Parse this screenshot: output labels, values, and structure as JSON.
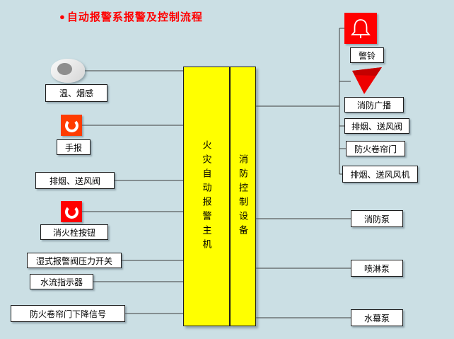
{
  "title": {
    "bullet": "●",
    "text": "自动报警系报警及控制流程"
  },
  "colors": {
    "background": "#cbdfe4",
    "panel_yellow": "#ffff00",
    "alert_red": "#ff0000",
    "manual_orange": "#ff3c00",
    "title_red": "#ff0000"
  },
  "center": {
    "alarm_host": "火灾自动报警主机",
    "control_equipment": "消防控制设备"
  },
  "inputs": {
    "smoke_heat": "温、烟感",
    "manual_call": "手报",
    "exhaust_valve": "排烟、送风阀",
    "hydrant_button": "消火栓按钮",
    "wet_valve_switch": "湿式报警阀压力开关",
    "water_flow": "水流指示器",
    "shutter_signal": "防火卷帘门下降信号"
  },
  "outputs": {
    "bell": "警铃",
    "broadcast": "消防广播",
    "exhaust_valve": "排烟、送风阀",
    "fire_shutter": "防火卷帘门",
    "exhaust_fan": "排烟、送风风机",
    "fire_pump": "消防泵",
    "sprinkler_pump": "喷淋泵",
    "water_curtain_pump": "水幕泵"
  },
  "icons": {
    "smoke_detector": "gray-cylinder-detector",
    "manual_call_point": "orange-square-white-ring",
    "hydrant_button": "red-square-white-ring",
    "alarm_bell": "red-square-white-bell",
    "speaker_horn": "red-horn"
  }
}
